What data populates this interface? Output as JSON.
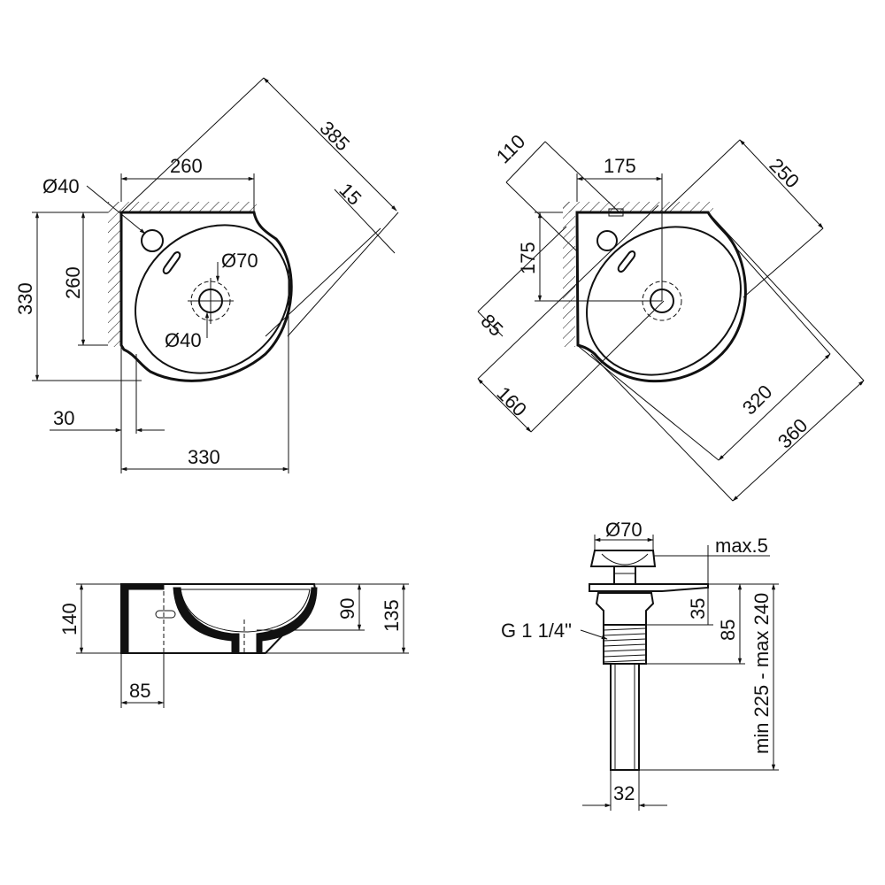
{
  "top_view": {
    "dims": {
      "d385": "385",
      "d260_top": "260",
      "d15": "15",
      "d40_tap": "Ø40",
      "d70": "Ø70",
      "d40_drain": "Ø40",
      "d330_left": "330",
      "d260_left": "260",
      "d30": "30",
      "d330_bottom": "330"
    }
  },
  "rotated_view": {
    "dims": {
      "d110": "110",
      "d175_top": "175",
      "d250": "250",
      "d175_left": "175",
      "d85": "85",
      "d160": "160",
      "d320": "320",
      "d360": "360"
    }
  },
  "side_view": {
    "dims": {
      "d140": "140",
      "d90": "90",
      "d135": "135",
      "d85": "85"
    }
  },
  "drain_view": {
    "dims": {
      "d70": "Ø70",
      "max5": "max.5",
      "thread": "G 1 1/4\"",
      "d35": "35",
      "d85": "85",
      "range": "min 225 - max 240",
      "d32": "32"
    }
  }
}
